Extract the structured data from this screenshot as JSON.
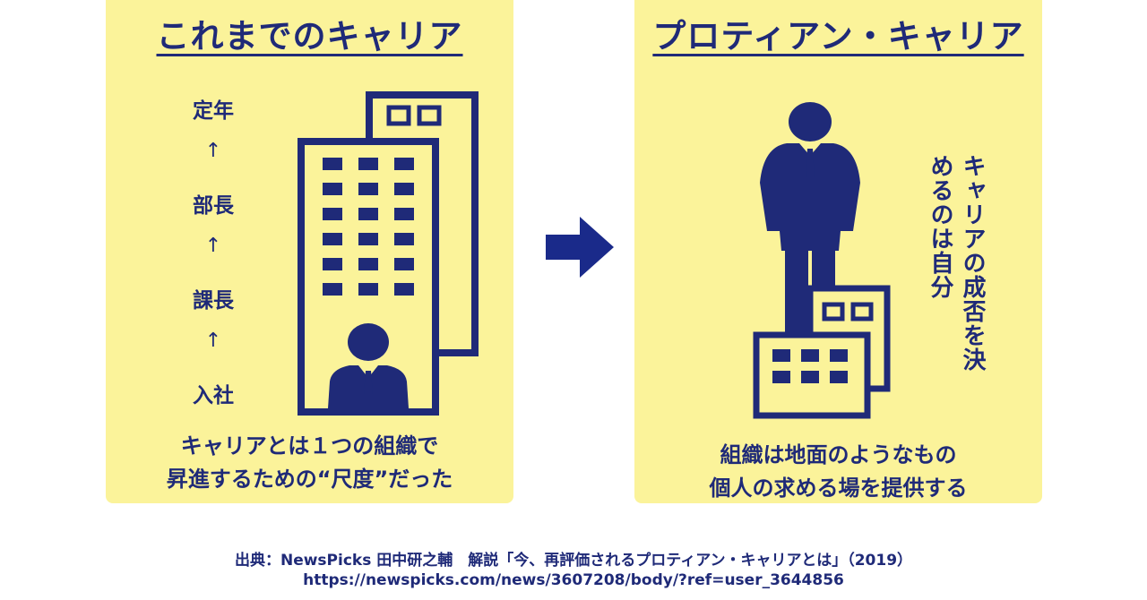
{
  "left_panel": {
    "title": "これまでのキャリア",
    "ladder": [
      "定年",
      "↑",
      "部長",
      "↑",
      "課長",
      "↑",
      "入社"
    ],
    "caption_line1": "キャリアとは１つの組織で",
    "caption_line2": "昇進するための“尺度”だった"
  },
  "right_panel": {
    "title": "プロティアン・キャリア",
    "vertical_text": "キャリアの成否を決めるのは自分",
    "caption_line1": "組織は地面のようなもの",
    "caption_line2": "個人の求める場を提供する"
  },
  "source": {
    "line1": "出典：NewsPicks 田中研之輔　解説「今、再評価されるプロティアン・キャリアとは」（2019）",
    "line2": "https://newspicks.com/news/3607208/body/?ref=user_3644856"
  },
  "colors": {
    "panel_bg": "#fbf39a",
    "navy": "#1f2a78",
    "arrow": "#1a2a8a",
    "background": "#ffffff"
  }
}
